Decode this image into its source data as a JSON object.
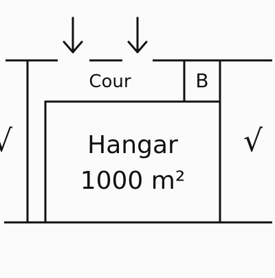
{
  "labels": {
    "courtyard": "Cour",
    "small_room": "B",
    "hangar_name": "Hangar",
    "hangar_area": "1000 m²"
  },
  "marks": {
    "check_left": "√",
    "check_right": "√"
  },
  "colors": {
    "background": "#fbfbfb",
    "ink": "#111111"
  }
}
